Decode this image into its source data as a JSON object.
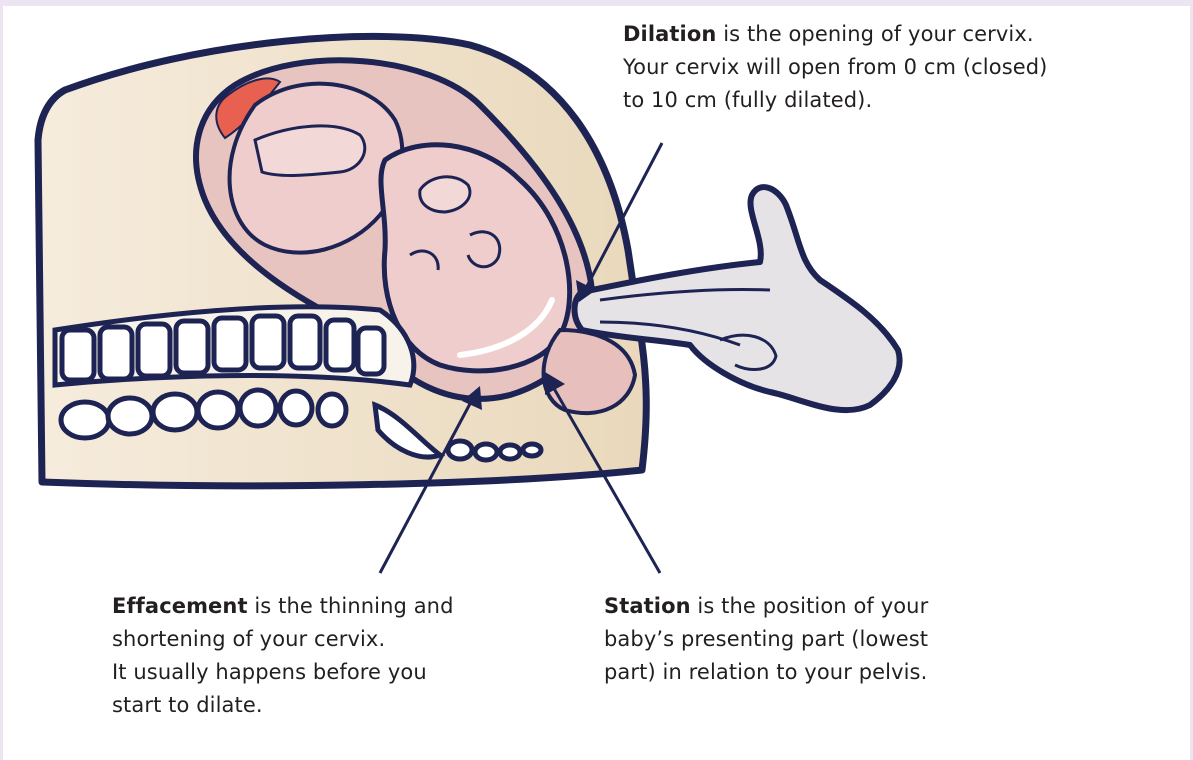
{
  "dilation": {
    "term": "Dilation",
    "line1_rest": " is the opening of your cervix.",
    "line2": "Your cervix will open from 0 cm (closed)",
    "line3": "to 10 cm (fully dilated)."
  },
  "effacement": {
    "term": "Effacement",
    "line1_rest": " is the thinning and",
    "line2": "shortening of your cervix.",
    "line3": "It usually happens before you",
    "line4": "start to dilate."
  },
  "station": {
    "term": "Station",
    "line1_rest": " is the position of your",
    "line2": "baby’s presenting part (lowest",
    "line3": "part) in relation to your pelvis."
  },
  "colors": {
    "frame": "#ece4f1",
    "outline": "#1d2353",
    "skin_outer": "#eedfc6",
    "uterus": "#e8c4c1",
    "baby": "#efcdcc",
    "glove": "#e6e3e6",
    "placenta": "#e8604f"
  },
  "icons": [
    "pointer-arrow-dilation",
    "pointer-arrow-effacement",
    "pointer-arrow-station",
    "gloved-hand-examining"
  ]
}
